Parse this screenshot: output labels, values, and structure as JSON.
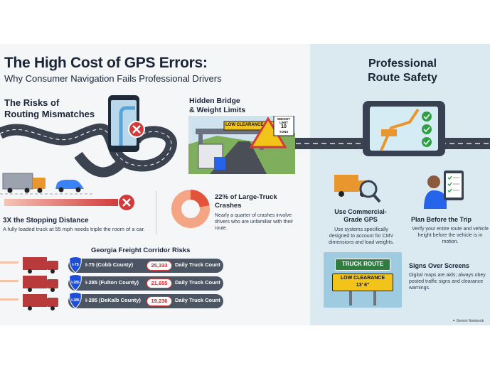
{
  "header": {
    "title": "The High Cost of GPS Errors:",
    "subtitle": "Why Consumer Navigation Fails Professional Drivers"
  },
  "risks": {
    "title_line1": "The Risks of",
    "title_line2": "Routing Mismatches"
  },
  "bridge": {
    "title_line1": "Hidden Bridge",
    "title_line2": "& Weight Limits",
    "clearance_sign": "LOW CLEARANCE",
    "weight_sign_line1": "WEIGHT",
    "weight_sign_line2": "LIMIT",
    "weight_sign_value": "10",
    "weight_sign_unit": "TONS"
  },
  "stopping": {
    "title": "3X the Stopping Distance",
    "description": "A fully loaded truck at 55 mph needs triple the room of a car."
  },
  "crashes": {
    "title_line1": "22% of Large-Truck",
    "title_line2": "Crashes",
    "description": "Nearly a quarter of crashes involve drivers who are unfamiliar with their route.",
    "percent": 22
  },
  "corridor": {
    "title": "Georgia Freight Corridor Risks",
    "rows": [
      {
        "shield": "I-75",
        "name": "I-75 (Cobb County)",
        "count": "25,333",
        "label": "Daily Truck Count"
      },
      {
        "shield": "I-285",
        "name": "I-285 (Fulton County)",
        "count": "21,655",
        "label": "Daily Truck Count"
      },
      {
        "shield": "I-285",
        "name": "I-285 (DeKalb County)",
        "count": "19,236",
        "label": "Daily Truck Count"
      }
    ]
  },
  "safety": {
    "title_line1": "Professional",
    "title_line2": "Route Safety",
    "gps_title_line1": "Use Commercial-",
    "gps_title_line2": "Grade GPS",
    "gps_desc": "Use systems specifically designed to account for CMV dimensions and load weights.",
    "plan_title": "Plan Before the Trip",
    "plan_desc": "Verify your entire route and vehicle height before the vehicle is in motion.",
    "signs_title": "Signs Over Screens",
    "signs_desc": "Digital maps are aids; always obey posted traffic signs and clearance warnings.",
    "route_sign": "TRUCK ROUTE",
    "clearance_line1": "LOW CLEARANCE",
    "clearance_line2": "13' 6\""
  },
  "footer": {
    "credit": "Gemini Notebook"
  },
  "colors": {
    "red": "#d23b3b",
    "truck_red": "#b83a3a",
    "pill": "#4b5563",
    "panel_blue": "#dbe9f1",
    "sign_green": "#2f7d3f",
    "sign_yellow": "#f2c318"
  }
}
